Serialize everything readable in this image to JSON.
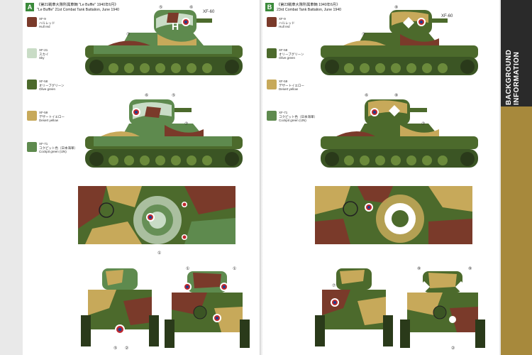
{
  "scheme_a": {
    "badge": "A",
    "title_jp": "《第21戦車大隊所属車輌 \"Le Buffle\" 1940年6月》",
    "title_en": "\"Le Buffle\" 21st Combat Tank Battalion, June 1940",
    "tag": "XF-60",
    "legend": [
      {
        "code": "XF-9",
        "jp": "ハルレッド",
        "en": "Hull red",
        "color": "#7a3a2a"
      },
      {
        "code": "XF-21",
        "jp": "スカイ",
        "en": "Sky",
        "color": "#c9dcc6"
      },
      {
        "code": "XF-58",
        "jp": "オリーブグリーン",
        "en": "Olive green",
        "color": "#4c6a2c"
      },
      {
        "code": "XF-59",
        "jp": "デザートイエロー",
        "en": "Desert yellow",
        "color": "#c7a95a"
      },
      {
        "code": "XF-71",
        "jp": "コクピット色（日本海軍）",
        "en": "Cockpit green (IJN)",
        "color": "#5e8a4e"
      }
    ]
  },
  "scheme_b": {
    "badge": "B",
    "title_jp": "《第23戦車大隊所属車輌 1940年6月》",
    "title_en": "23rd Combat Tank Battalion, June 1940",
    "tag": "XF-60",
    "legend": [
      {
        "code": "XF-9",
        "jp": "ハルレッド",
        "en": "Hull red",
        "color": "#7a3a2a"
      },
      {
        "code": "XF-58",
        "jp": "オリーブグリーン",
        "en": "Olive green",
        "color": "#4c6a2c"
      },
      {
        "code": "XF-59",
        "jp": "デザートイエロー",
        "en": "Desert yellow",
        "color": "#c7a95a"
      },
      {
        "code": "XF-71",
        "jp": "コクピット色（日本海軍）",
        "en": "Cockpit green (IJN)",
        "color": "#5e8a4e"
      }
    ]
  },
  "side_tab": {
    "label": "BACKGROUND INFORMATION"
  },
  "colors": {
    "tab_dark": "#2a2a2a",
    "tab_gold": "#a7893c",
    "badge_green": "#3a8a3a",
    "roundel_blue": "#1f3f8f",
    "roundel_red": "#c0282d"
  }
}
